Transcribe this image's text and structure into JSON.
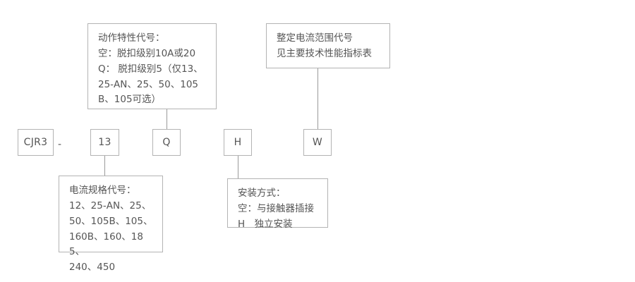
{
  "diagram": {
    "title": "CJR3 model designation breakdown",
    "colors": {
      "border": "#b3b3b3",
      "line": "#9a9a9a",
      "text": "#555555",
      "background": "#ffffff"
    },
    "separator": "-"
  },
  "code_segments": [
    {
      "id": "series",
      "label": "CJR3"
    },
    {
      "id": "current-spec",
      "label": "13"
    },
    {
      "id": "action-char",
      "label": "Q"
    },
    {
      "id": "mounting",
      "label": "H"
    },
    {
      "id": "current-range",
      "label": "W"
    }
  ],
  "notes": {
    "action_characteristic": {
      "id": "action-characteristic-note",
      "lines": [
        "动作特性代号：",
        "空：脱扣级别10A或20",
        "Q： 脱扣级别5（仅13、",
        "25-AN、25、50、105",
        "B、105可选）"
      ],
      "text": "动作特性代号：\n空：脱扣级别10A或20\nQ： 脱扣级别5（仅13、\n25-AN、25、50、105\nB、105可选）"
    },
    "current_range": {
      "id": "current-range-note",
      "lines": [
        "整定电流范围代号",
        "见主要技术性能指标表"
      ],
      "text": "整定电流范围代号\n见主要技术性能指标表"
    },
    "current_spec": {
      "id": "current-spec-note",
      "lines": [
        "电流规格代号：",
        "12、25-AN、25、",
        "50、105B、105、",
        "160B、160、185、",
        "240、450"
      ],
      "text": "电流规格代号：\n12、25-AN、25、\n50、105B、105、\n160B、160、185、\n240、450"
    },
    "mounting_method": {
      "id": "mounting-method-note",
      "lines": [
        "安装方式：",
        "空：与接触器插接",
        "H　独立安装"
      ],
      "text": "安装方式：\n空：与接触器插接\nH　独立安装"
    }
  }
}
